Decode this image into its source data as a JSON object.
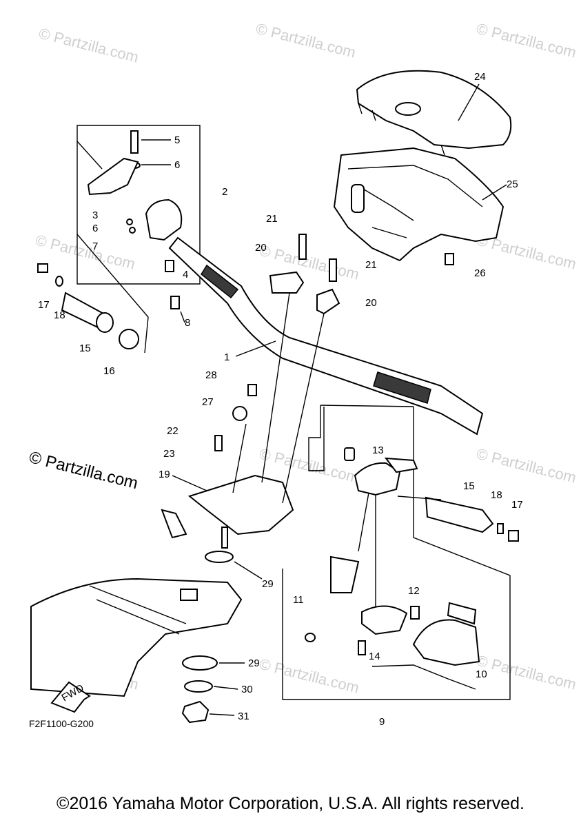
{
  "diagram": {
    "code": "F2F1100-G200",
    "fwd_label": "FWD",
    "copyright": "©2016 Yamaha Motor Corporation, U.S.A. All rights reserved.",
    "watermark_large": "© Partzilla.com",
    "watermark_small": "© Partzilla.com",
    "callouts": [
      "1",
      "2",
      "3",
      "4",
      "5",
      "6",
      "6",
      "7",
      "8",
      "9",
      "10",
      "11",
      "12",
      "13",
      "14",
      "15",
      "15",
      "16",
      "17",
      "17",
      "18",
      "18",
      "19",
      "20",
      "20",
      "21",
      "21",
      "22",
      "23",
      "24",
      "25",
      "26",
      "27",
      "28",
      "29",
      "29",
      "30",
      "31"
    ]
  }
}
